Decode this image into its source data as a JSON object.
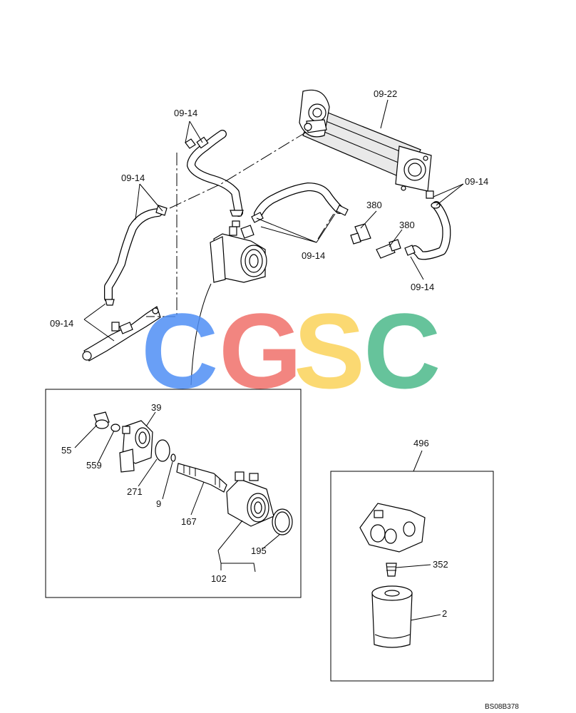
{
  "labels": {
    "hose_top": "09-14",
    "egr_cooler": "09-22",
    "hose_right": "09-14",
    "hose_left": "09-14",
    "fitting_380_a": "380",
    "fitting_380_b": "380",
    "hose_middle": "09-14",
    "hose_lower_right": "09-14",
    "hose_bottom_left": "09-14",
    "plug": "55",
    "oring_small": "559",
    "adapter": "39",
    "oring_large": "271",
    "seal_ring": "9",
    "bolt": "167",
    "gasket": "195",
    "oil_cooler": "102",
    "filter_assembly": "496",
    "drain_plug": "352",
    "filter_element": "2"
  },
  "watermark": {
    "text": "CGSC",
    "colors": [
      "#4f8ff5",
      "#f0706a",
      "#fbd35a",
      "#4cb98a"
    ]
  },
  "drawing_code": "BS08B378"
}
